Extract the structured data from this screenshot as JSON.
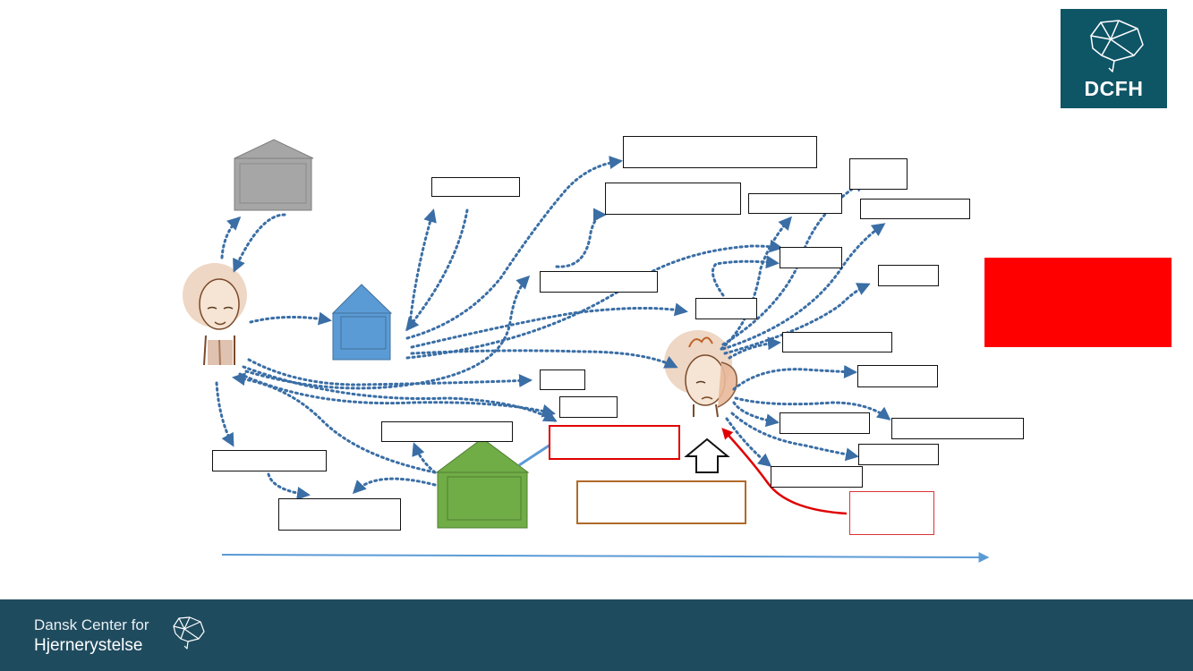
{
  "logo": {
    "text": "DCFH",
    "icon": "brain-icon",
    "background": "#0e5566"
  },
  "footer": {
    "line1": "Dansk Center for",
    "line2": "Hjernerystelse",
    "icon": "brain-icon",
    "background": "#1f4b5e"
  },
  "colors": {
    "arrow": "#3a6ea5",
    "house_gray": "#a6a6a6",
    "house_blue": "#5b9bd5",
    "house_green": "#70ad47",
    "highlight_red": "#ff0000",
    "timeline": "#5b9bd5"
  },
  "figures": [
    "person-calm-icon",
    "person-holding-head-icon"
  ],
  "houses": [
    "house-gray-icon",
    "house-blue-icon",
    "house-green-icon"
  ]
}
